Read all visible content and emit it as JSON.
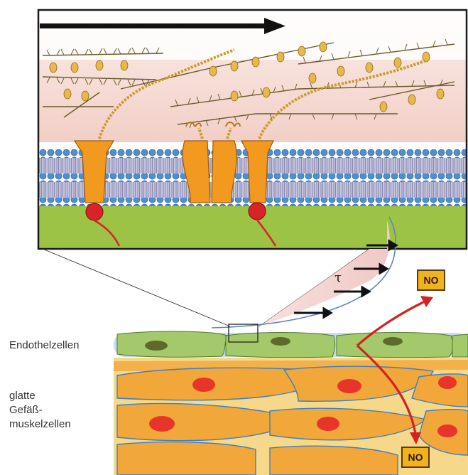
{
  "labels": {
    "endothel": "Endothelzellen",
    "smooth_muscle_line1": "glatte",
    "smooth_muscle_line2": "Gefäß-",
    "smooth_muscle_line3": "muskelzellen",
    "tau": "τ"
  },
  "badges": {
    "no_top": "NO",
    "no_bottom": "NO"
  },
  "colors": {
    "inset_border": "#1a1a1a",
    "glycocalyx_bg": "#f3d4cf",
    "membrane_blue": "#5d9bd6",
    "membrane_grey": "#b7b9d6",
    "cytoplasm_green": "#9cc246",
    "channel_orange": "#f29a1f",
    "anchor_red": "#d8232a",
    "muscle_orange": "#f1a73a",
    "muscle_nucleus": "#e8352b",
    "endothel_green": "#a4c96b",
    "endothel_nucleus": "#5e6a2c",
    "arrow_red": "#d32222",
    "badge_fill": "#f2b21c"
  }
}
